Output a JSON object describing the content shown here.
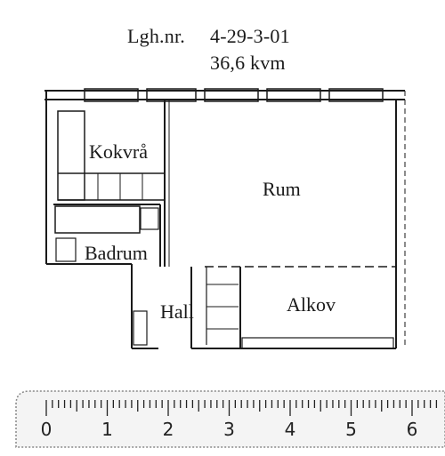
{
  "header": {
    "apartment_label": "Lgh.nr.",
    "apartment_number": "4-29-3-01",
    "area": "36,6 kvm"
  },
  "rooms": {
    "kitchen": "Kokvrå",
    "main": "Rum",
    "bathroom": "Badrum",
    "hall": "Hall",
    "alcove": "Alkov"
  },
  "ruler": {
    "labels": [
      "0",
      "1",
      "2",
      "3",
      "4",
      "5",
      "6"
    ]
  },
  "colors": {
    "ink": "#1a1a1a",
    "paper": "#ffffff"
  }
}
